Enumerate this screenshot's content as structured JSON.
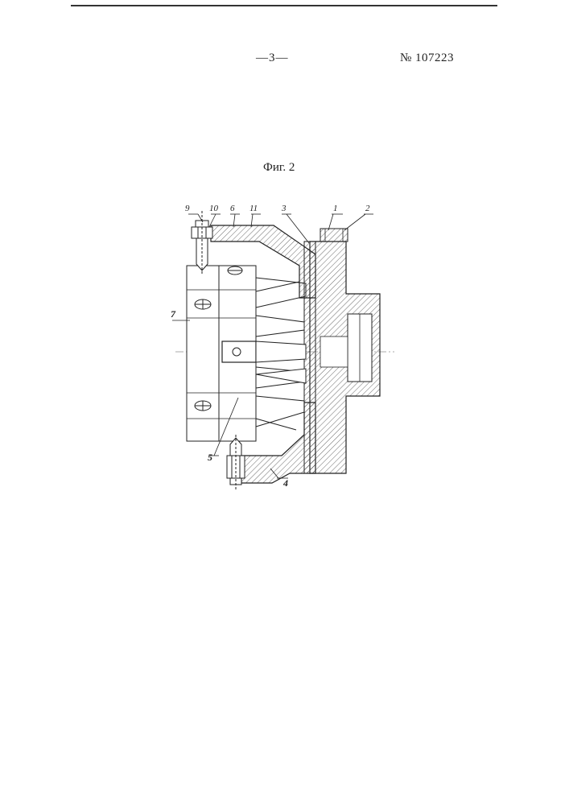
{
  "header": {
    "page_number": "—3—",
    "patent_number": "№ 107223"
  },
  "figure": {
    "caption": "Фиг. 2",
    "callouts": {
      "c1": "1",
      "c2": "2",
      "c3": "3",
      "c4": "4",
      "c5": "5",
      "c6": "6",
      "c7": "7",
      "c9": "9",
      "c10": "10",
      "c11": "11"
    }
  }
}
